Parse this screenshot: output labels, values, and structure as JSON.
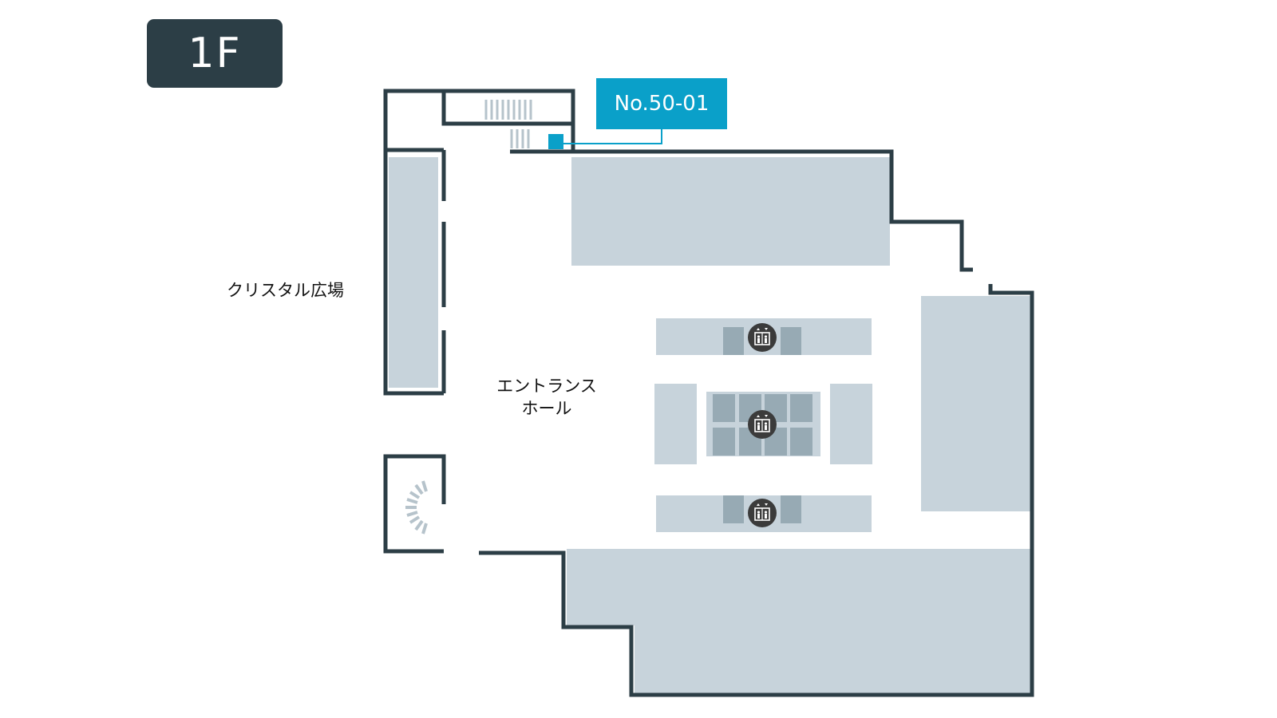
{
  "floor_badge": "1F",
  "location_tag": "No.50-01",
  "areas": {
    "crystal_plaza": "クリスタル広場",
    "entrance_hall_line1": "エントランス",
    "entrance_hall_line2": "ホール"
  },
  "colors": {
    "wall": "#2c3e46",
    "room_fill": "#c7d3db",
    "elevator_fill": "#97aab4",
    "accent": "#0aa0c9",
    "badge_bg": "#2c3e46"
  },
  "icons": [
    "elevator-icon",
    "elevator-icon",
    "elevator-icon",
    "stairs-icon",
    "spiral-stairs-icon",
    "location-marker-icon"
  ]
}
